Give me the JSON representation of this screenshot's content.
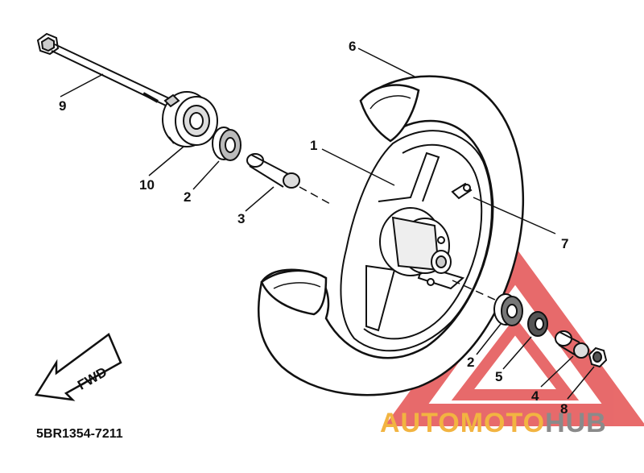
{
  "diagram": {
    "part_code": "5BR1354-7211",
    "fwd_label": "FWD",
    "labels": {
      "wheel": "1",
      "bearing_left": "2",
      "spacer_long": "3",
      "collar": "4",
      "oil_seal": "5",
      "tire": "6",
      "valve": "7",
      "nut": "8",
      "axle": "9",
      "gear_unit": "10",
      "bearing_right": "2"
    }
  },
  "watermark": {
    "part1": "AUTOMOTO",
    "part2": "HUB",
    "color_orange": "#f2b441",
    "color_gray": "#8a8a8a",
    "color_red": "#e0393a"
  }
}
